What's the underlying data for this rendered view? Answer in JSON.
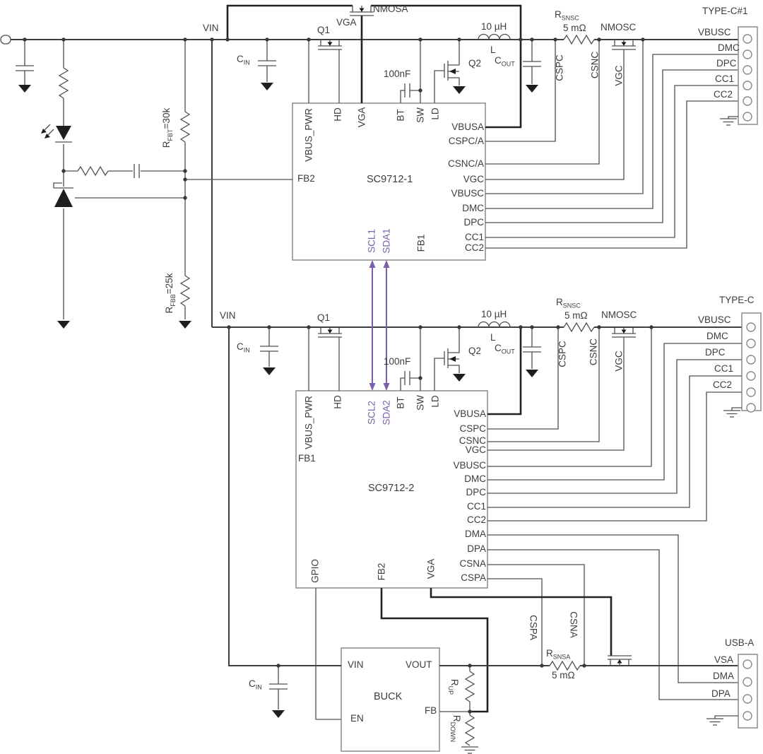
{
  "colors": {
    "i2c_bus": "#7b5fa8",
    "wire": "#4f4f4f",
    "symbol_dark": "#1e1e1e"
  },
  "ics": {
    "ic1": "SC9712-1",
    "ic2": "SC9712-2",
    "buck": "BUCK"
  },
  "ic_pins": {
    "vbus_pwr": "VBUS_PWR",
    "hd": "HD",
    "vga": "VGA",
    "bt": "BT",
    "sw": "SW",
    "ld": "LD",
    "fb1": "FB1",
    "fb2": "FB2",
    "gpio": "GPIO",
    "scl1": "SCL1",
    "sda1": "SDA1",
    "scl2": "SCL2",
    "sda2": "SDA2",
    "vbusa": "VBUSA",
    "cspc_a": "CSPC/A",
    "csnc_a": "CSNC/A",
    "cspc": "CSPC",
    "csnc": "CSNC",
    "vgc": "VGC",
    "vbusc": "VBUSC",
    "dmc": "DMC",
    "dpc": "DPC",
    "cc1": "CC1",
    "cc2": "CC2",
    "dma": "DMA",
    "dpa": "DPA",
    "csna": "CSNA",
    "cspa": "CSPA",
    "vin": "VIN",
    "vout": "VOUT",
    "en": "EN",
    "fb": "FB"
  },
  "components": {
    "nmosa": "NMOSA",
    "nmosc": "NMOSC",
    "q1": "Q1",
    "q2": "Q2",
    "inductor": "L",
    "inductor_value": "10 µH",
    "bootstrap_cap": "100nF",
    "sense_value": "5 mΩ"
  },
  "part_prefixes": {
    "c": "C",
    "r": "R"
  },
  "part_subscripts": {
    "in": "IN",
    "out": "OUT",
    "snsc": "SNSC",
    "snsa": "SNSA",
    "fbt": "FBT",
    "fbb": "FBB",
    "up": "UP",
    "down": "DOWN"
  },
  "part_values": {
    "rfbt": "=30k",
    "rfbb": "=25k"
  },
  "net_labels": {
    "vin": "VIN",
    "vga": "VGA"
  },
  "connectors": {
    "typec1": {
      "name": "TYPE-C#1",
      "pins": [
        "VBUSC",
        "DMC",
        "DPC",
        "CC1",
        "CC2"
      ]
    },
    "typec2": {
      "name": "TYPE-C",
      "pins": [
        "VBUSC",
        "DMC",
        "DPC",
        "CC1",
        "CC2"
      ]
    },
    "usba": {
      "name": "USB-A",
      "pins": [
        "VSA",
        "DMA",
        "DPA"
      ]
    }
  }
}
